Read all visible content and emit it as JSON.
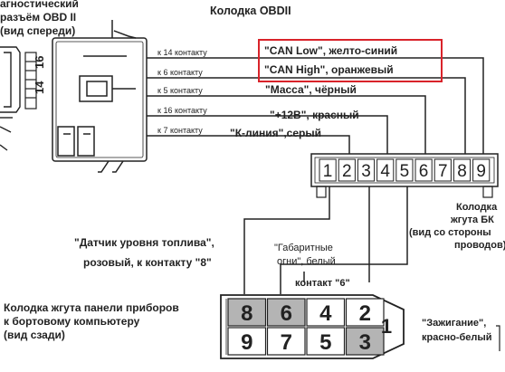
{
  "title": "Колодка OBDII",
  "obd_connector": {
    "line1": "агностический",
    "line2": "разъём OBD II",
    "line3": "(вид спереди)",
    "pin_16": "16",
    "pin_14": "14"
  },
  "contact_labels": [
    "к 14 контакту",
    "к 6 контакту",
    "к 5 контакту",
    "к 16 контакту",
    "к 7 контакту"
  ],
  "wires": {
    "can_low": "\"CAN Low\", желто-синий",
    "can_high": "\"CAN High\", оранжевый",
    "ground": "\"Масса\", чёрный",
    "power": "\"+12В\", красный",
    "k_line": "\"К-линия\",серый"
  },
  "bk_terminal": {
    "pins": [
      "1",
      "2",
      "3",
      "4",
      "5",
      "6",
      "7",
      "8",
      "9"
    ],
    "label1": "Колодка",
    "label2": "жгута БК",
    "label3": "(вид со стороны",
    "label4": "проводов)"
  },
  "fuel_sensor": {
    "line1": "\"Датчик уровня топлива\",",
    "line2": "розовый, к контакту \"8\""
  },
  "marker_lights": {
    "line1": "\"Габаритные",
    "line2": "огни\",  белый"
  },
  "contact6": "контакт \"6\"",
  "panel_harness": {
    "line1": "Колодка жгута панели приборов",
    "line2": "к бортовому компьютеру",
    "line3": "(вид сзади)",
    "top_row": [
      "8",
      "6",
      "4",
      "2"
    ],
    "bottom_row": [
      "9",
      "7",
      "5",
      "3"
    ],
    "big_pin": "1"
  },
  "ignition": {
    "line1": "\"Зажигание\",",
    "line2": "красно-белый"
  },
  "colors": {
    "highlight": "#d9232a",
    "shaded_cell": "#b4b4b4",
    "line": "#222222"
  }
}
